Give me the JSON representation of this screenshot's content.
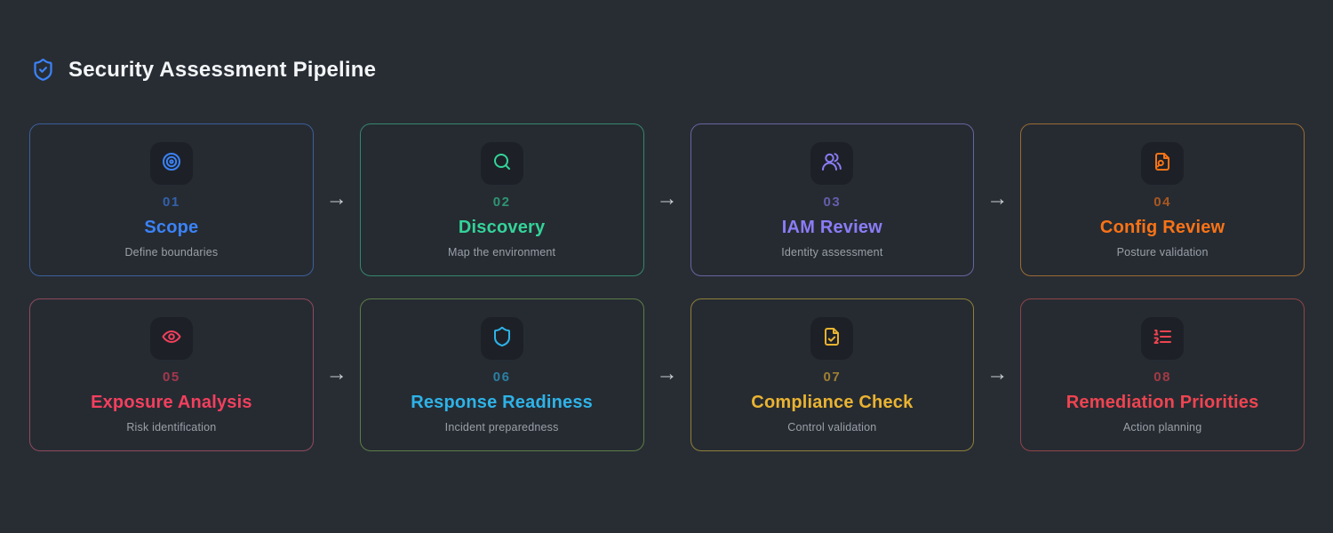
{
  "header": {
    "title": "Security Assessment Pipeline",
    "icon": "shield-check-icon",
    "icon_color": "#3b82f6"
  },
  "arrow": {
    "glyph": "→",
    "color": "#c9ced4"
  },
  "steps": [
    {
      "number": "01",
      "title": "Scope",
      "subtitle": "Define boundaries",
      "icon": "target-icon",
      "accent_color": "#3b82f6",
      "border_color": "#3c6099"
    },
    {
      "number": "02",
      "title": "Discovery",
      "subtitle": "Map the environment",
      "icon": "search-icon",
      "accent_color": "#34d399",
      "border_color": "#35876b"
    },
    {
      "number": "03",
      "title": "IAM Review",
      "subtitle": "Identity assessment",
      "icon": "users-icon",
      "accent_color": "#8b7cf6",
      "border_color": "#67659f"
    },
    {
      "number": "04",
      "title": "Config Review",
      "subtitle": "Posture validation",
      "icon": "file-search-icon",
      "accent_color": "#f97316",
      "border_color": "#9a6b33"
    },
    {
      "number": "05",
      "title": "Exposure Analysis",
      "subtitle": "Risk identification",
      "icon": "eye-icon",
      "accent_color": "#f43f5e",
      "border_color": "#8f4a5c"
    },
    {
      "number": "06",
      "title": "Response Readiness",
      "subtitle": "Incident preparedness",
      "icon": "shield-icon",
      "accent_color": "#2eb3e8",
      "border_color": "#5d7d45"
    },
    {
      "number": "07",
      "title": "Compliance Check",
      "subtitle": "Control validation",
      "icon": "file-check-icon",
      "accent_color": "#eab331",
      "border_color": "#8f8039"
    },
    {
      "number": "08",
      "title": "Remediation Priorities",
      "subtitle": "Action planning",
      "icon": "list-ordered-icon",
      "accent_color": "#ef4450",
      "border_color": "#8f4448"
    }
  ],
  "colors": {
    "page_background": "#282d34",
    "card_background": "#262b32",
    "icon_box_background": "#1d2127",
    "header_text": "#f3f5f7",
    "subtitle_text": "#9aa0a7"
  }
}
